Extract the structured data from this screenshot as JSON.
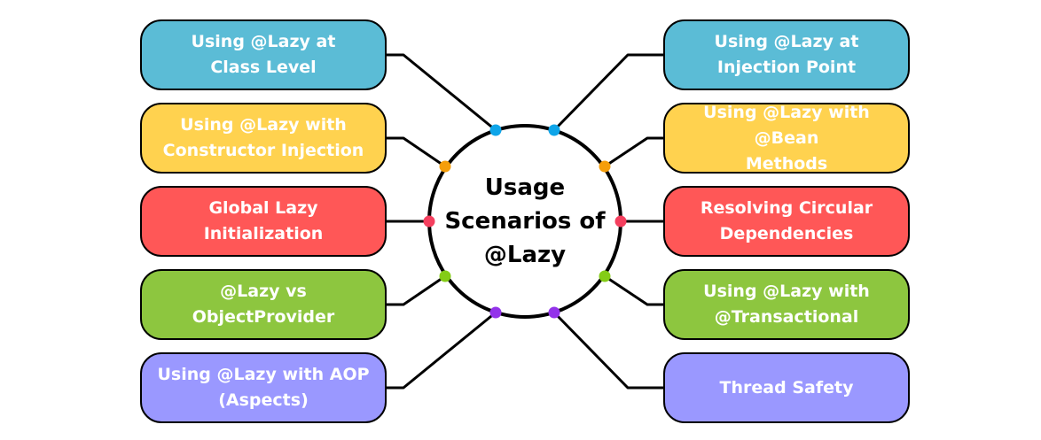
{
  "center": {
    "title": "Usage\nScenarios of\n@Lazy"
  },
  "colors": {
    "blue": "#5BBCD6",
    "yellow": "#FFD24F",
    "red": "#FF5757",
    "green": "#8DC63F",
    "purple": "#9A98FF",
    "dot_blue": "#0EA5E9",
    "dot_orange": "#F59E0B",
    "dot_red": "#F43F5E",
    "dot_green": "#84CC16",
    "dot_purple": "#9333EA"
  },
  "left_items": [
    {
      "label": "Using @Lazy at\nClass Level",
      "color": "#5BBCD6",
      "dot": "#0EA5E9"
    },
    {
      "label": "Using @Lazy with\nConstructor Injection",
      "color": "#FFD24F",
      "dot": "#F59E0B"
    },
    {
      "label": "Global Lazy Initialization",
      "color": "#FF5757",
      "dot": "#F43F5E"
    },
    {
      "label": "@Lazy vs ObjectProvider",
      "color": "#8DC63F",
      "dot": "#84CC16"
    },
    {
      "label": "Using  @Lazy with AOP\n(Aspects)",
      "color": "#9A98FF",
      "dot": "#9333EA"
    }
  ],
  "right_items": [
    {
      "label": "Using @Lazy at\nInjection Point",
      "color": "#5BBCD6",
      "dot": "#0EA5E9"
    },
    {
      "label": "Using @Lazy with @Bean\nMethods",
      "color": "#FFD24F",
      "dot": "#F59E0B"
    },
    {
      "label": "Resolving Circular\nDependencies",
      "color": "#FF5757",
      "dot": "#F43F5E"
    },
    {
      "label": "Using @Lazy with\n@Transactional",
      "color": "#8DC63F",
      "dot": "#84CC16"
    },
    {
      "label": "Thread Safety",
      "color": "#9A98FF",
      "dot": "#9333EA"
    }
  ]
}
